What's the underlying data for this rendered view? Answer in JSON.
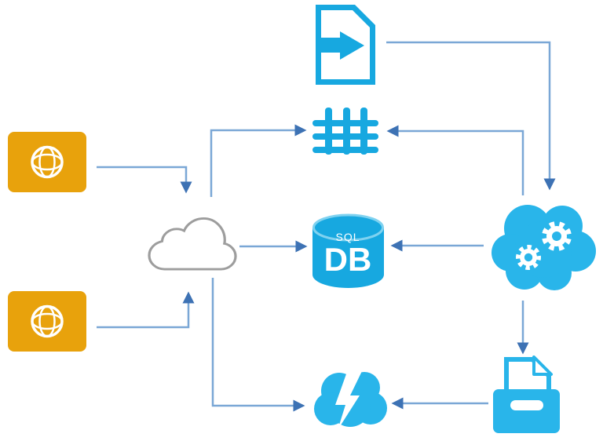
{
  "colors": {
    "icon_blue": "#17a8e0",
    "cloud_blue": "#29b5ea",
    "orange": "#e8a20c",
    "arrow_line": "#7aa7d6",
    "arrow_head": "#3d72b4",
    "cloud_outline": "#9d9d9d",
    "sql_rim": "#7fd2f0"
  },
  "nodes": {
    "import_file": {
      "icon": "import-file-icon"
    },
    "data_grid": {
      "icon": "table-grid-icon"
    },
    "sql_db": {
      "icon": "sql-database-icon",
      "label_top": "SQL",
      "label_main": "DB"
    },
    "web_top": {
      "icon": "globe-icon"
    },
    "web_bottom": {
      "icon": "globe-icon"
    },
    "cloud": {
      "icon": "cloud-icon"
    },
    "cloud_services": {
      "icon": "cloud-gears-icon"
    },
    "event_cloud": {
      "icon": "cloud-lightning-icon"
    },
    "file_tray": {
      "icon": "file-tray-icon"
    }
  },
  "edges": [
    {
      "from": "web_top",
      "to": "cloud"
    },
    {
      "from": "web_bottom",
      "to": "cloud"
    },
    {
      "from": "cloud",
      "to": "data_grid"
    },
    {
      "from": "cloud",
      "to": "sql_db"
    },
    {
      "from": "cloud",
      "to": "event_cloud"
    },
    {
      "from": "import_file",
      "to": "cloud_services"
    },
    {
      "from": "cloud_services",
      "to": "data_grid"
    },
    {
      "from": "cloud_services",
      "to": "sql_db"
    },
    {
      "from": "cloud_services",
      "to": "file_tray"
    },
    {
      "from": "file_tray",
      "to": "event_cloud"
    }
  ]
}
